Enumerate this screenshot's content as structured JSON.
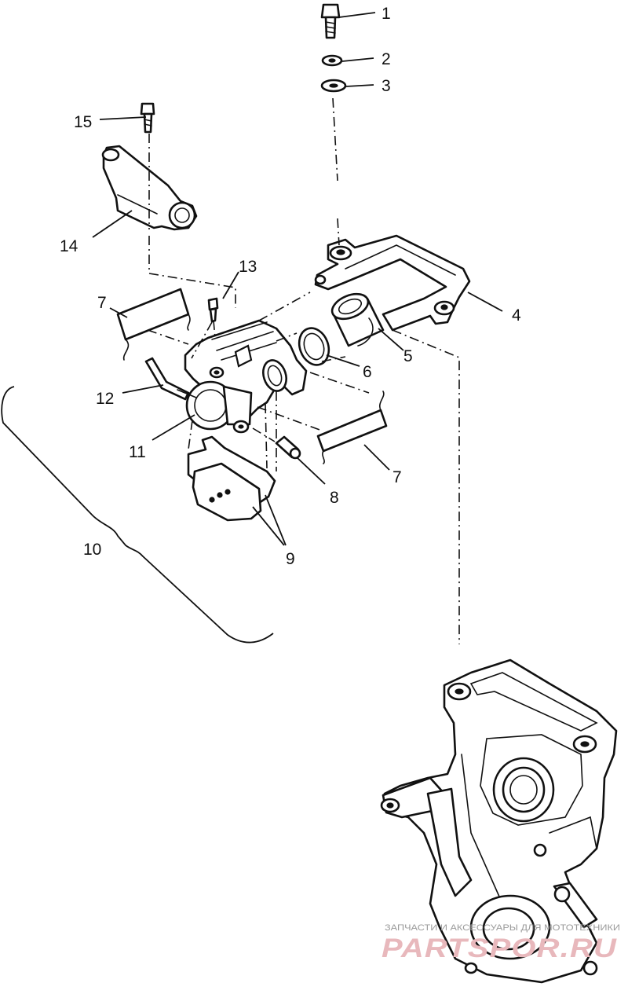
{
  "diagram": {
    "callouts": {
      "c1": "1",
      "c2": "2",
      "c3": "3",
      "c4": "4",
      "c5": "5",
      "c6": "6",
      "c7a": "7",
      "c7b": "7",
      "c8": "8",
      "c9": "9",
      "c10": "10",
      "c11": "11",
      "c12": "12",
      "c13": "13",
      "c14": "14",
      "c15": "15"
    }
  },
  "watermark": {
    "tagline": "ЗАПЧАСТИ И АКСЕССУАРЫ ДЛЯ МОТОТЕХНИКИ",
    "logo_text": "PARTSPOR.RU",
    "color": "#e8b8bc"
  }
}
